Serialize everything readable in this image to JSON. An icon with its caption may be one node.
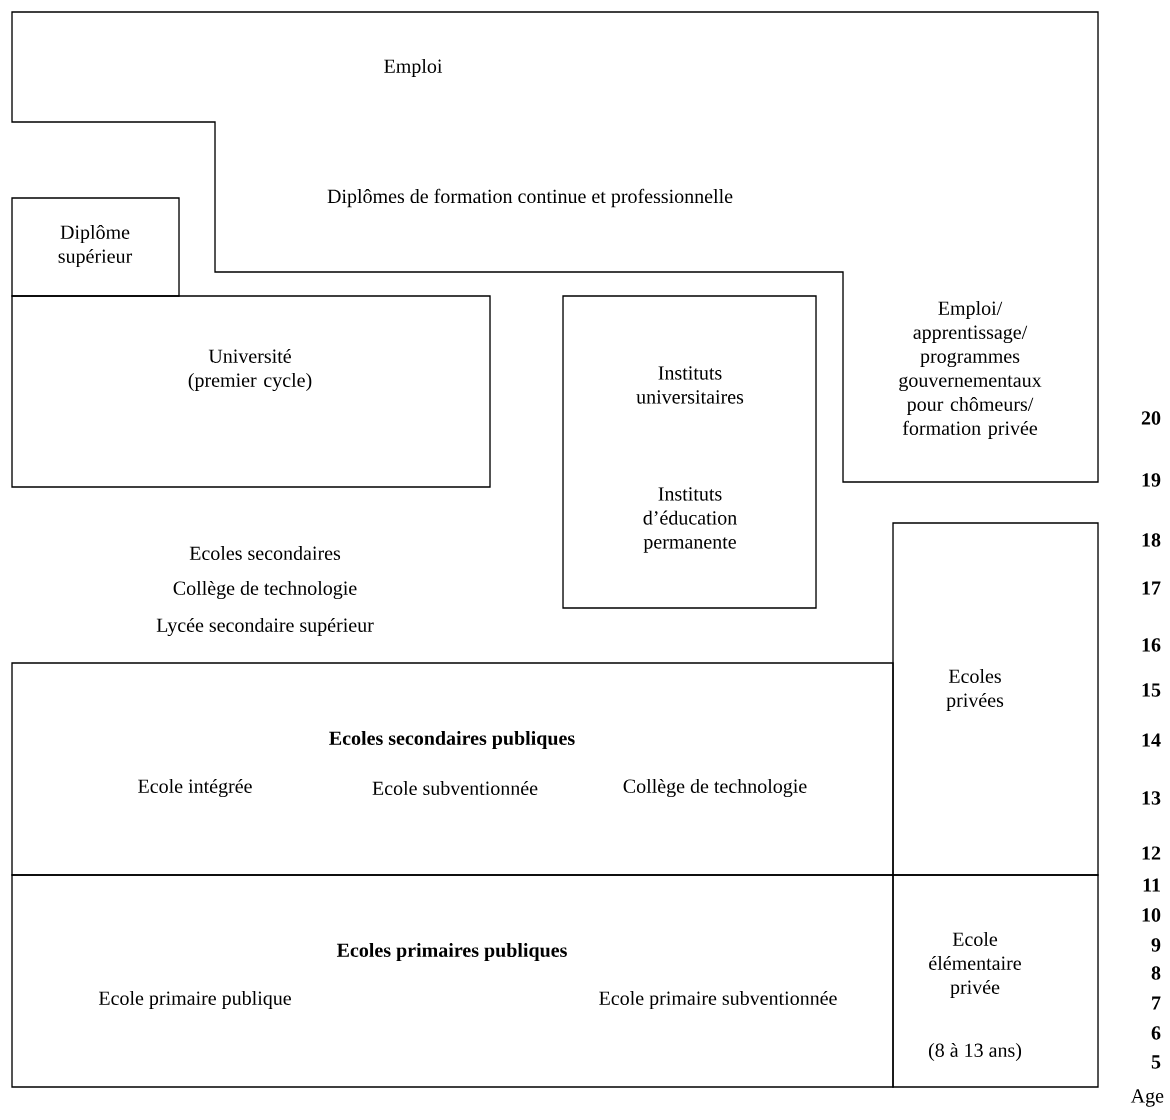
{
  "diagram": {
    "nodes": [
      {
        "text": [
          "Emploi",
          "Diplômes de formation continue et professionnelle",
          "Emploi/ apprentissage/ programmes gouvernementaux pour chômeurs/ formation privée"
        ]
      },
      {
        "text": [
          "Diplôme supérieur"
        ]
      },
      {
        "text": [
          "Université (premier cycle)"
        ]
      },
      {
        "text": [
          "Instituts universitaires",
          "Instituts d’éducation permanente"
        ]
      },
      {
        "text": [
          "Ecoles privées"
        ]
      },
      {
        "text": [
          "Ecoles secondaires publiques",
          "Ecole intégrée",
          "Ecole subventionnée",
          "Collège de technologie"
        ]
      },
      {
        "text": [
          "Ecoles primaires publiques",
          "Ecole primaire publique",
          "Ecole primaire subventionnée"
        ]
      },
      {
        "text": [
          "Ecole élémentaire privée",
          "(8 à 13 ans)"
        ]
      }
    ],
    "labels": [
      "Ecoles secondaires",
      "Collège de technologie",
      "Lycée secondaire supérieur",
      "20",
      "19",
      "18",
      "17",
      "16",
      "15",
      "14",
      "13",
      "12",
      "11",
      "10",
      "9",
      "8",
      "7",
      "6",
      "5",
      "Age"
    ]
  }
}
